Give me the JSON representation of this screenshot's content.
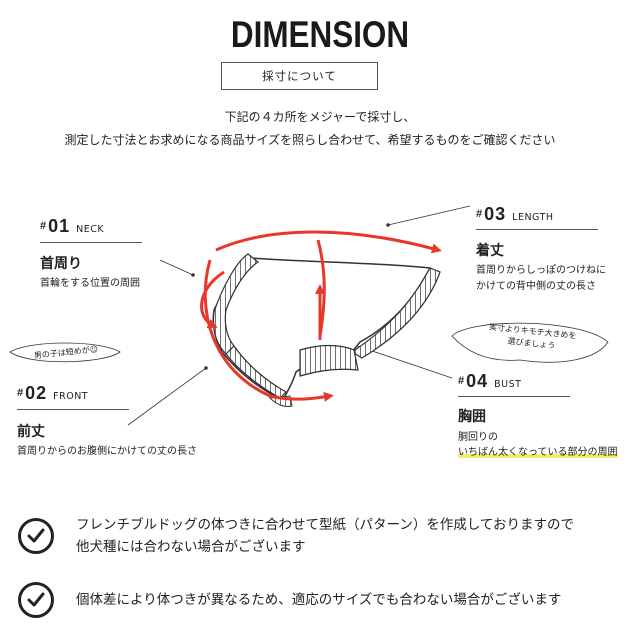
{
  "title": "DIMENSION",
  "subtitle": "採寸について",
  "intro": {
    "line1": "下記の４カ所をメジャーで採寸し、",
    "line2": "測定した寸法とお求めになる商品サイズを照らし合わせて、希望するものをご確認ください"
  },
  "measurements": [
    {
      "hash": "#",
      "num": "01",
      "en": "NECK",
      "ja": "首周り",
      "desc": [
        "首輪をする位置の周囲"
      ]
    },
    {
      "hash": "#",
      "num": "02",
      "en": "FRONT",
      "ja": "前丈",
      "desc": [
        "首周りからのお腹側にかけての丈の長さ"
      ]
    },
    {
      "hash": "#",
      "num": "03",
      "en": "LENGTH",
      "ja": "着丈",
      "desc": [
        "首周りからしっぽのつけねに",
        "かけての背中側の丈の長さ"
      ]
    },
    {
      "hash": "#",
      "num": "04",
      "en": "BUST",
      "ja": "胸囲",
      "desc": [
        "胴回りの",
        "いちばん太くなっている部分の周囲"
      ]
    }
  ],
  "notes": {
    "front_note": "男の子は短めが☺",
    "bust_note_line1": "実寸よりキモチ大きめを",
    "bust_note_line2": "選びましょう"
  },
  "bottom": [
    {
      "line1": "フレンチブルドッグの体つきに合わせて型紙（パターン）を作成しておりますので",
      "line2": "他犬種には合わない場合がございます"
    },
    {
      "line1": "個体差により体つきが異なるため、適応のサイズでも合わない場合がございます",
      "line2": ""
    }
  ],
  "icons": {
    "check": "check-circle-icon",
    "garment": "dog-garment-illustration"
  },
  "colors": {
    "arrow": "#e8372a",
    "text": "#222222",
    "highlight": "#f5ec6a"
  }
}
